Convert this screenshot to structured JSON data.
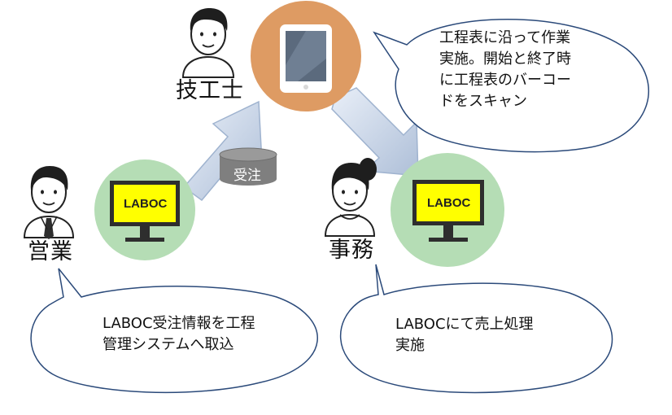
{
  "roles": {
    "technician": "技工士",
    "sales": "営業",
    "office": "事務"
  },
  "screens": {
    "sales_screen": "LABOC",
    "office_screen": "LABOC"
  },
  "database": {
    "label": "受注"
  },
  "bubbles": {
    "technician": [
      "工程表に沿って作業",
      "実施。開始と終了時",
      "に工程表のバーコー",
      "ドをスキャン"
    ],
    "sales": [
      "LABOC受注情報を工程",
      "管理システムへ取込"
    ],
    "office": [
      "LABOCにて売上処理",
      "実施"
    ]
  },
  "colors": {
    "tablet_circle": "#de9b63",
    "monitor_circle": "#b5ddb5",
    "screen_yellow": "#ffff00",
    "arrow_fill": "#c9d7ea",
    "db_fill": "#7f7f7f"
  },
  "icons": {
    "technician": "man-avatar-icon",
    "sales": "businessman-avatar-icon",
    "office": "woman-avatar-icon",
    "tablet": "tablet-icon",
    "monitor": "monitor-icon",
    "database": "database-cylinder-icon"
  }
}
